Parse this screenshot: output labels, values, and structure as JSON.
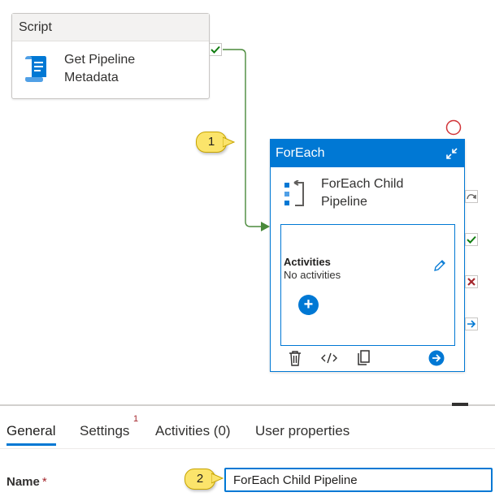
{
  "script_activity": {
    "header": "Script",
    "name_line1": "Get Pipeline",
    "name_line2": "Metadata",
    "icon": "script-icon"
  },
  "foreach_activity": {
    "header": "ForEach",
    "name_line1": "ForEach Child",
    "name_line2": "Pipeline",
    "icon": "foreach-icon",
    "inner": {
      "title": "Activities",
      "subtitle": "No activities"
    }
  },
  "callouts": {
    "first": "1",
    "second": "2"
  },
  "tabs": {
    "general": "General",
    "settings": "Settings",
    "settings_badge": "1",
    "activities": "Activities (0)",
    "user_properties": "User properties"
  },
  "form": {
    "name_label": "Name",
    "required_mark": "*",
    "name_value": "ForEach Child Pipeline"
  },
  "colors": {
    "accent": "#0078d4",
    "success": "#107c10",
    "error": "#a4262c",
    "callout": "#fbe46b"
  }
}
